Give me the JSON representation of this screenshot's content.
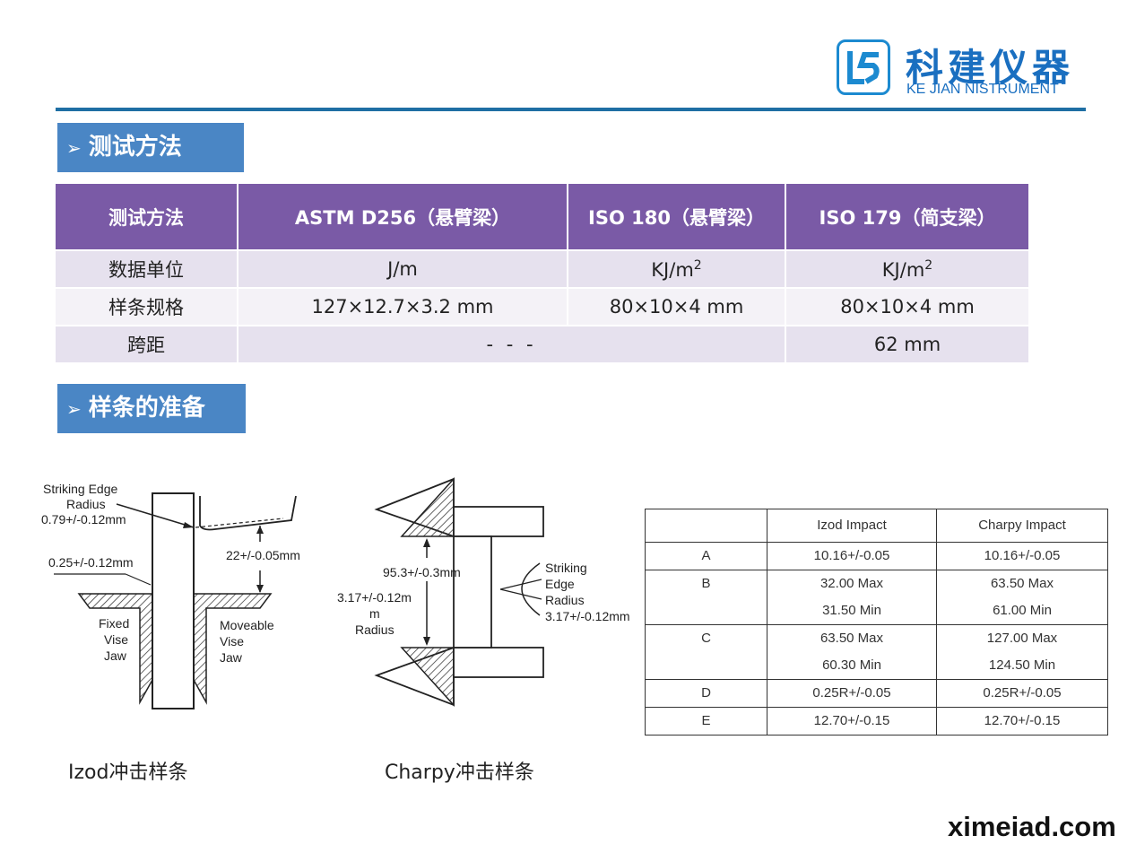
{
  "header": {
    "brand_cn": "科建仪器",
    "brand_en": "KE JIAN NISTRUMENT",
    "accent": "#1a6fc0"
  },
  "section1": {
    "title": "测试方法"
  },
  "section2": {
    "title": "样条的准备"
  },
  "method_table": {
    "headers": [
      "测试方法",
      "ASTM D256（悬臂梁）",
      "ISO 180（悬臂梁）",
      "ISO 179（简支梁）"
    ],
    "rows": [
      {
        "label": "数据单位",
        "cells": [
          "J/m",
          "KJ/m",
          "KJ/m"
        ],
        "sup": [
          "",
          "2",
          "2"
        ]
      },
      {
        "label": "样条规格",
        "cells": [
          "127×12.7×3.2 mm",
          "80×10×4 mm",
          "80×10×4 mm"
        ]
      },
      {
        "label": "跨距",
        "span": "- - -",
        "last": "62 mm"
      }
    ],
    "header_color": "#7a5aa6"
  },
  "izod_diagram": {
    "striking_edge": [
      "Striking  Edge",
      "Radius",
      "0.79+/-0.12mm"
    ],
    "notch": "0.25+/-0.12mm",
    "height": "22+/-0.05mm",
    "fixed_jaw": [
      "Fixed",
      "Vise",
      "Jaw"
    ],
    "moveable_jaw": [
      "Moveable",
      "Vise",
      "Jaw"
    ]
  },
  "charpy_diagram": {
    "span": "95.3+/-0.3mm",
    "radius": [
      "3.17+/-0.12m",
      "m",
      "Radius"
    ],
    "striking_edge": [
      "Striking",
      "Edge",
      "Radius",
      "3.17+/-0.12mm"
    ]
  },
  "dims_table": {
    "headers": [
      "",
      "Izod  Impact",
      "Charpy  Impact"
    ],
    "rows": [
      {
        "label": "A",
        "izod": [
          "10.16+/-0.05"
        ],
        "charpy": [
          "10.16+/-0.05"
        ]
      },
      {
        "label": "B",
        "izod": [
          "32.00  Max",
          "31.50  Min"
        ],
        "charpy": [
          "63.50  Max",
          "61.00  Min"
        ]
      },
      {
        "label": "C",
        "izod": [
          "63.50  Max",
          "60.30  Min"
        ],
        "charpy": [
          "127.00  Max",
          "124.50  Min"
        ]
      },
      {
        "label": "D",
        "izod": [
          "0.25R+/-0.05"
        ],
        "charpy": [
          "0.25R+/-0.05"
        ]
      },
      {
        "label": "E",
        "izod": [
          "12.70+/-0.15"
        ],
        "charpy": [
          "12.70+/-0.15"
        ]
      }
    ]
  },
  "captions": {
    "izod": "Izod冲击样条",
    "charpy": "Charpy冲击样条"
  },
  "watermark": "ximeiad.com"
}
